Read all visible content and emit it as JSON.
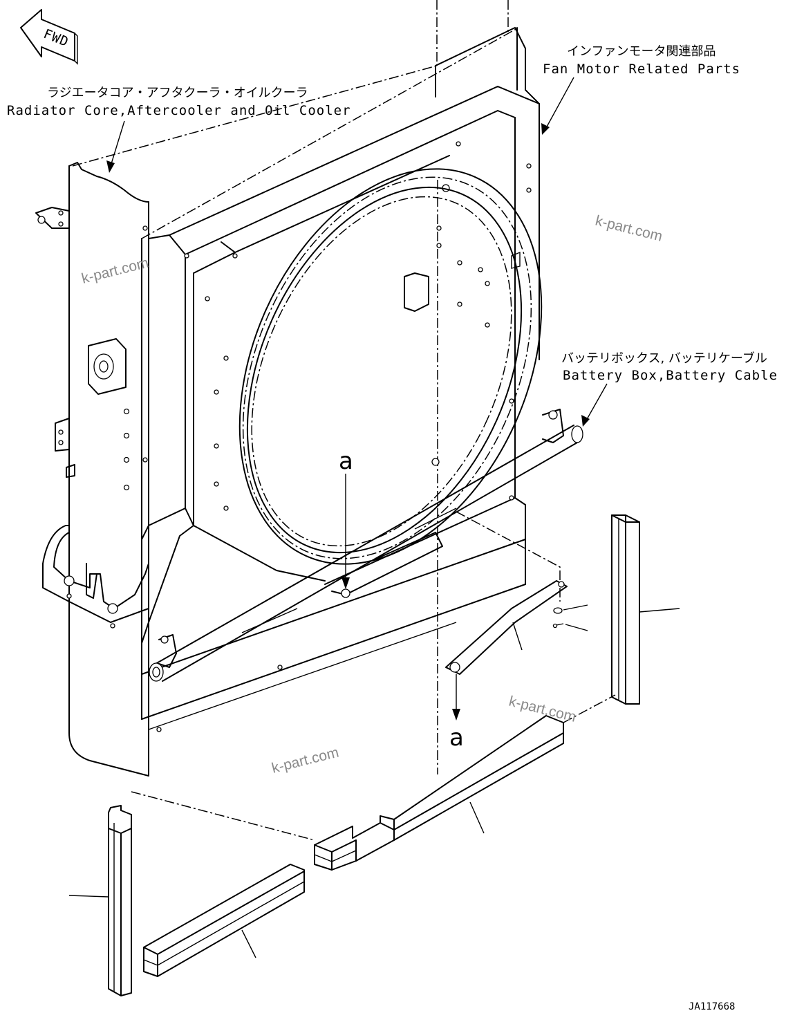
{
  "fwd": "FWD",
  "callouts": {
    "radiator_jp": "ラジエータコア・アフタクーラ・オイルクーラ",
    "radiator_en": "Radiator Core,Aftercooler and Oil Cooler",
    "fan_jp": "インファンモータ関連部品",
    "fan_en": "Fan Motor Related Parts",
    "battery_jp": "バッテリボックス, バッテリケーブル",
    "battery_en": "Battery Box,Battery Cable"
  },
  "ref_marks": {
    "top": "a",
    "bottom": "a"
  },
  "watermarks": [
    "k-part.com",
    "k-part.com",
    "k-part.com",
    "k-part.com"
  ],
  "drawing_code": "JA117668"
}
